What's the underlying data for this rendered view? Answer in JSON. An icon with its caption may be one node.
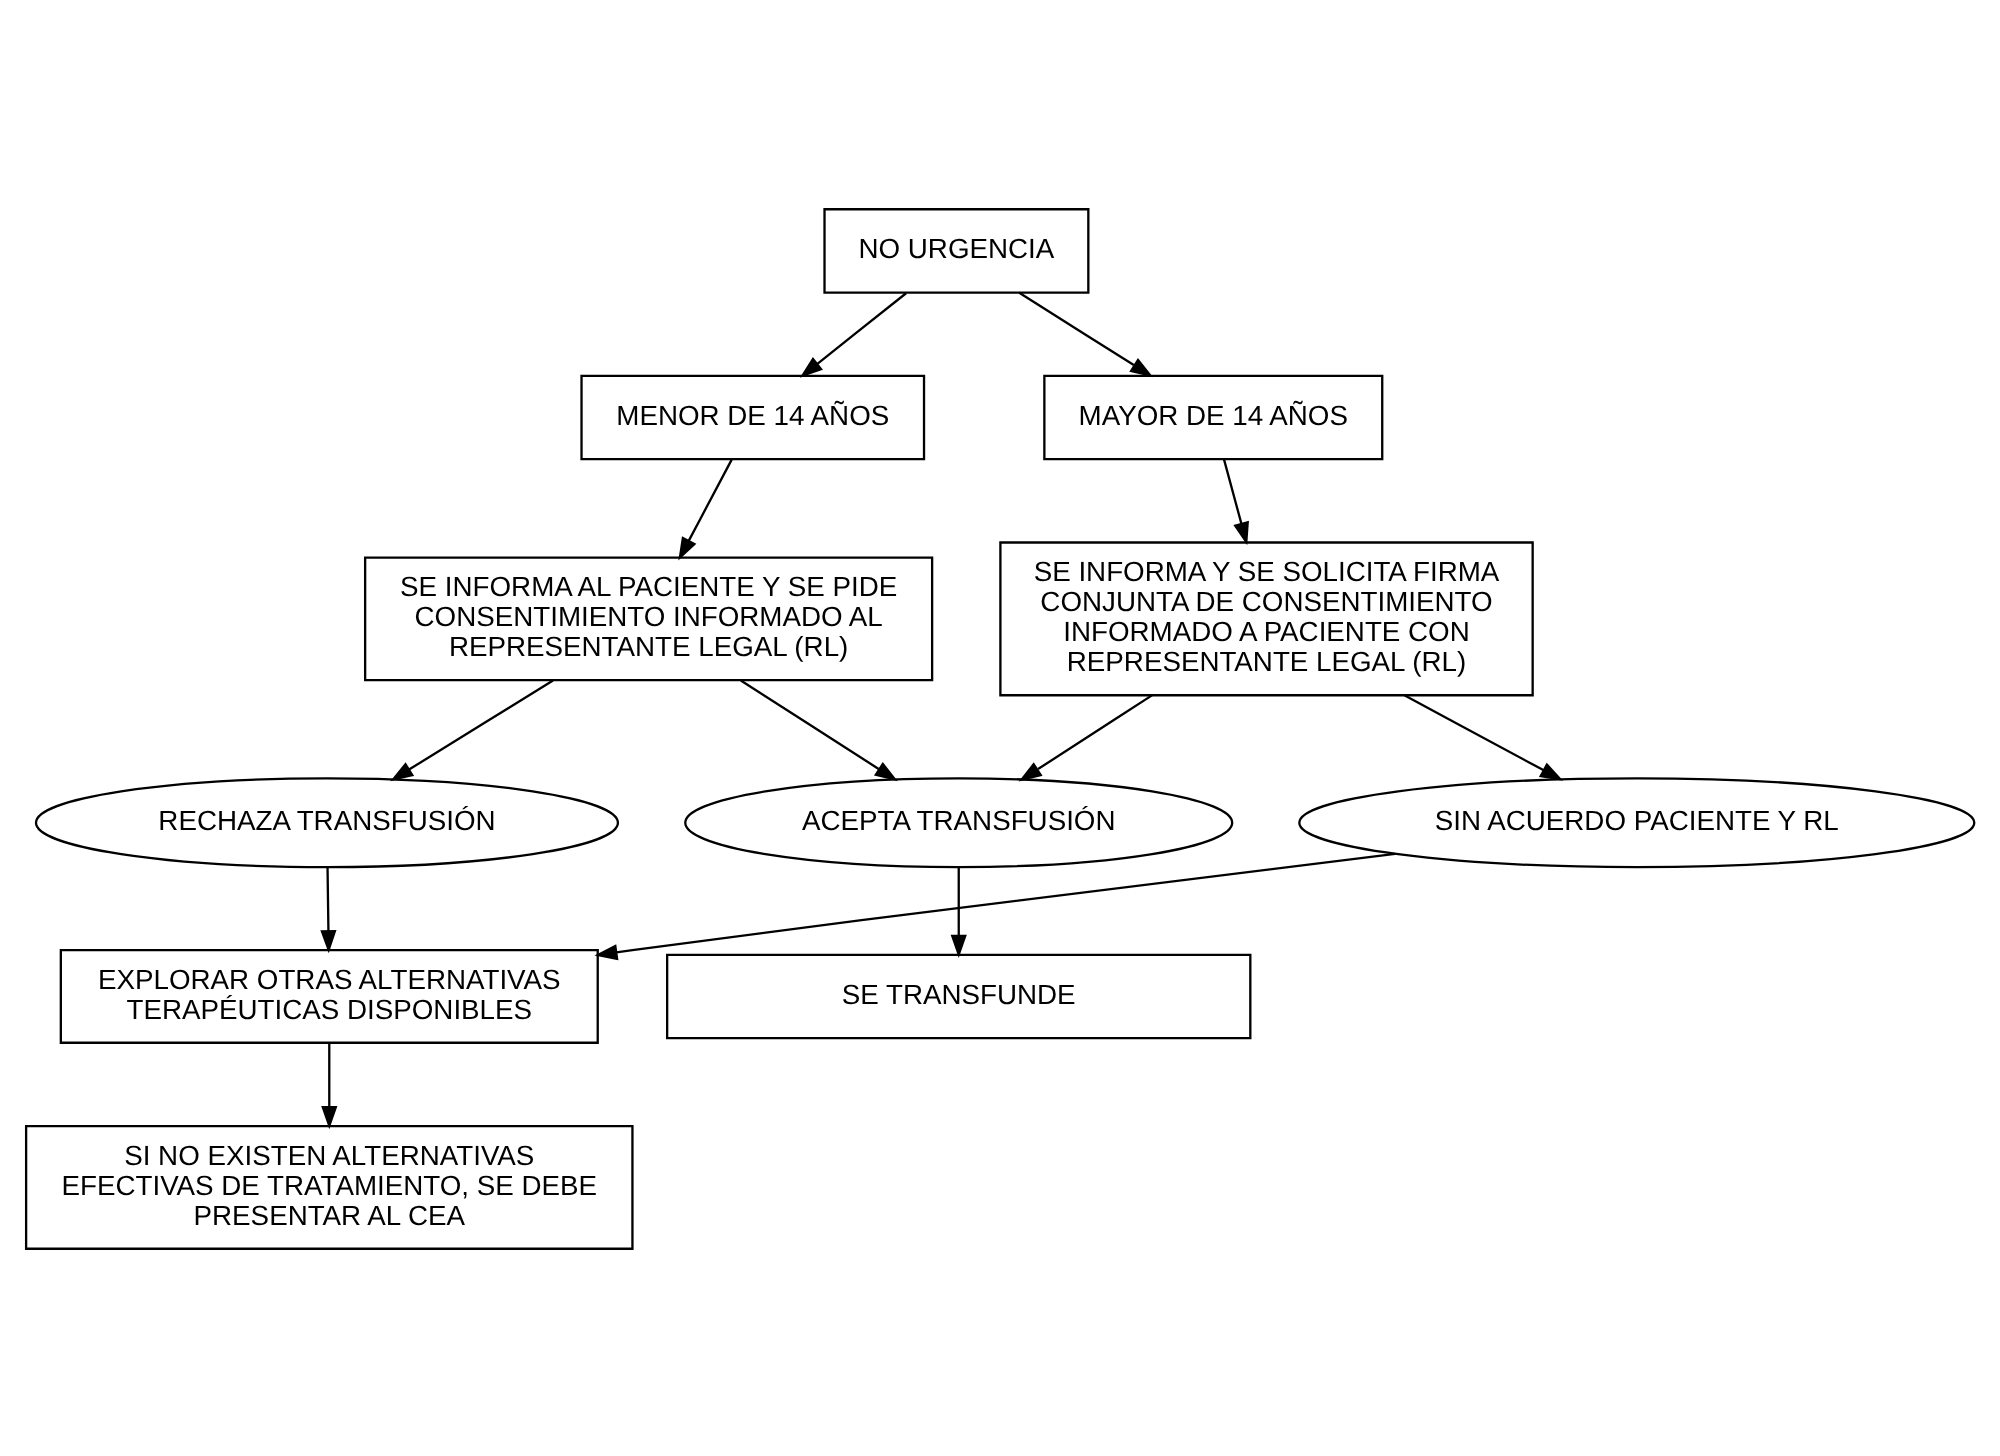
{
  "diagram": {
    "nodes": [
      {
        "text": [
          "NO URGENCIA"
        ]
      },
      {
        "text": [
          "MENOR DE 14 AÑOS"
        ]
      },
      {
        "text": [
          "MAYOR DE 14 AÑOS"
        ]
      },
      {
        "text": [
          "SE INFORMA AL PACIENTE Y SE PIDE CONSENTIMIENTO INFORMADO AL REPRESENTANTE LEGAL (RL)"
        ]
      },
      {
        "text": [
          "SE INFORMA Y SE SOLICITA FIRMA CONJUNTA DE CONSENTIMIENTO INFORMADO A PACIENTE CON REPRESENTANTE LEGAL (RL)"
        ]
      },
      {
        "text": [
          "ACEPTA TRANSFUSIÓN"
        ]
      },
      {
        "text": [
          "RECHAZA TRANSFUSIÓN"
        ]
      },
      {
        "text": [
          "SIN ACUERDO PACIENTE Y RL"
        ]
      },
      {
        "text": [
          "SE TRANSFUNDE"
        ]
      },
      {
        "text": [
          "EXPLORAR OTRAS ALTERNATIVAS TERAPÉUTICAS DISPONIBLES"
        ]
      },
      {
        "text": [
          "SI NO EXISTEN ALTERNATIVAS EFECTIVAS DE TRATAMIENTO, SE DEBE PRESENTAR AL CEA"
        ]
      }
    ],
    "edges": [
      {
        "from": 0,
        "to": 1,
        "arrow": "to"
      },
      {
        "from": 0,
        "to": 2,
        "arrow": "to"
      },
      {
        "from": 1,
        "to": 3,
        "arrow": "to"
      },
      {
        "from": 2,
        "to": 4,
        "arrow": "to"
      },
      {
        "from": 3,
        "to": 5,
        "arrow": "to"
      },
      {
        "from": 3,
        "to": 6,
        "arrow": "to"
      },
      {
        "from": 4,
        "to": 5,
        "arrow": "to"
      },
      {
        "from": 4,
        "to": 7,
        "arrow": "to"
      },
      {
        "from": 5,
        "to": 8,
        "arrow": "to"
      },
      {
        "from": 6,
        "to": 9,
        "arrow": "to"
      },
      {
        "from": 7,
        "to": 9,
        "arrow": "to"
      },
      {
        "from": 9,
        "to": 10,
        "arrow": "to"
      }
    ]
  }
}
